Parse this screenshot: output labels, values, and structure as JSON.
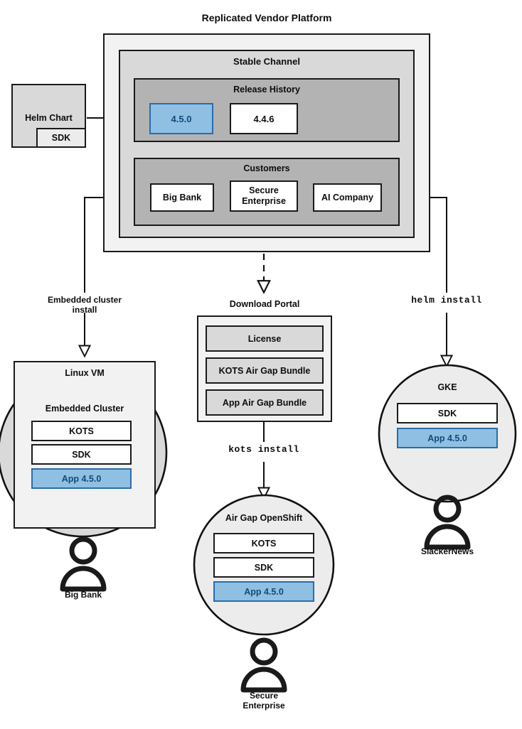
{
  "diagram": {
    "title": "Replicated Vendor Platform",
    "colors": {
      "accent_blue_fill": "#8fc0e3",
      "accent_blue_border": "#2a6ca9",
      "accent_blue_text": "#134a77",
      "outer_shell": "#f2f2f2",
      "mid_shell": "#d9d9d9",
      "inner_shell": "#b3b3b3",
      "stroke": "#1a1a1a",
      "page_background": "#ffffff"
    }
  },
  "platform": {
    "title": "Replicated Vendor Platform",
    "channel": {
      "title": "Stable Channel",
      "release_history": {
        "title": "Release History",
        "releases": [
          {
            "version": "4.5.0",
            "highlighted": true
          },
          {
            "version": "4.4.6",
            "highlighted": false
          }
        ]
      },
      "customers": {
        "title": "Customers",
        "items": [
          {
            "name": "Big Bank"
          },
          {
            "name": "Secure\nEnterprise"
          },
          {
            "name": "AI Company"
          }
        ]
      }
    }
  },
  "helm_chart": {
    "title": "Helm Chart",
    "sub_component": "SDK"
  },
  "download_portal": {
    "title": "Download Portal",
    "artifacts": [
      "License",
      "KOTS Air Gap Bundle",
      "App Air Gap Bundle"
    ]
  },
  "flows": [
    {
      "id": "embedded",
      "label": "Embedded cluster\ninstall",
      "style": "sans"
    },
    {
      "id": "kots",
      "label": "kots install",
      "style": "mono"
    },
    {
      "id": "helm",
      "label": "helm install",
      "style": "mono"
    }
  ],
  "targets": {
    "linux_vm": {
      "title": "Linux VM",
      "cluster_title": "Embedded Cluster",
      "components": [
        {
          "label": "KOTS",
          "highlighted": false
        },
        {
          "label": "SDK",
          "highlighted": false
        },
        {
          "label": "App 4.5.0",
          "highlighted": true
        }
      ],
      "user": "Big Bank"
    },
    "air_gap_openshift": {
      "title": "Air Gap OpenShift",
      "components": [
        {
          "label": "KOTS",
          "highlighted": false
        },
        {
          "label": "SDK",
          "highlighted": false
        },
        {
          "label": "App 4.5.0",
          "highlighted": true
        }
      ],
      "user": "Secure\nEnterprise"
    },
    "gke": {
      "title": "GKE",
      "components": [
        {
          "label": "SDK",
          "highlighted": false
        },
        {
          "label": "App 4.5.0",
          "highlighted": true
        }
      ],
      "user": "SlackerNews"
    }
  }
}
